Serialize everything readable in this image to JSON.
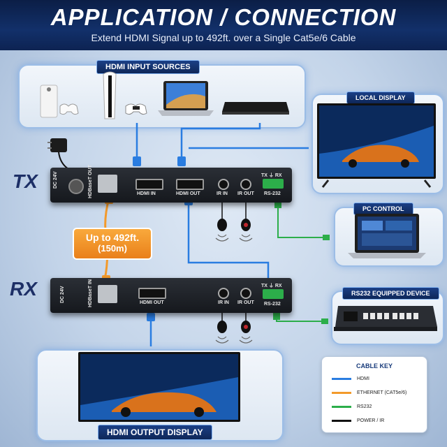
{
  "header": {
    "title": "APPLICATION / CONNECTION",
    "subtitle": "Extend HDMI Signal up to 492ft. over a Single Cat5e/6 Cable"
  },
  "labels": {
    "sources": "HDMI INPUT SOURCES",
    "local_display": "LOCAL DISPLAY",
    "pc_control": "PC CONTROL",
    "rs232_device": "RS232 EQUIPPED DEVICE",
    "output_display": "HDMI OUTPUT DISPLAY"
  },
  "side": {
    "tx": "TX",
    "rx": "RX"
  },
  "distance": {
    "line1": "Up to 492ft.",
    "line2": "(150m)"
  },
  "tx_ports": {
    "dc": "DC 24V",
    "hdbaset": "HDBaseT OUT",
    "hdmi_in": "HDMI IN",
    "hdmi_out": "HDMI OUT",
    "ir_in": "IR IN",
    "ir_out": "IR OUT",
    "rs": "RS-232",
    "txrx": "TX ⏚ RX"
  },
  "rx_ports": {
    "dc": "DC 24V",
    "hdbaset": "HDBaseT IN",
    "hdmi_out": "HDMI OUT",
    "ir_in": "IR IN",
    "ir_out": "IR OUT",
    "rs": "RS-232",
    "txrx": "TX ⏚ RX"
  },
  "cable_key": {
    "title": "CABLE KEY",
    "items": [
      {
        "name": "HDMI",
        "color": "#2a7de1"
      },
      {
        "name": "ETHERNET (CAT5e/6)",
        "color": "#f39a2b"
      },
      {
        "name": "RS232",
        "color": "#2cae4a"
      },
      {
        "name": "POWER / IR",
        "color": "#111111"
      }
    ]
  }
}
